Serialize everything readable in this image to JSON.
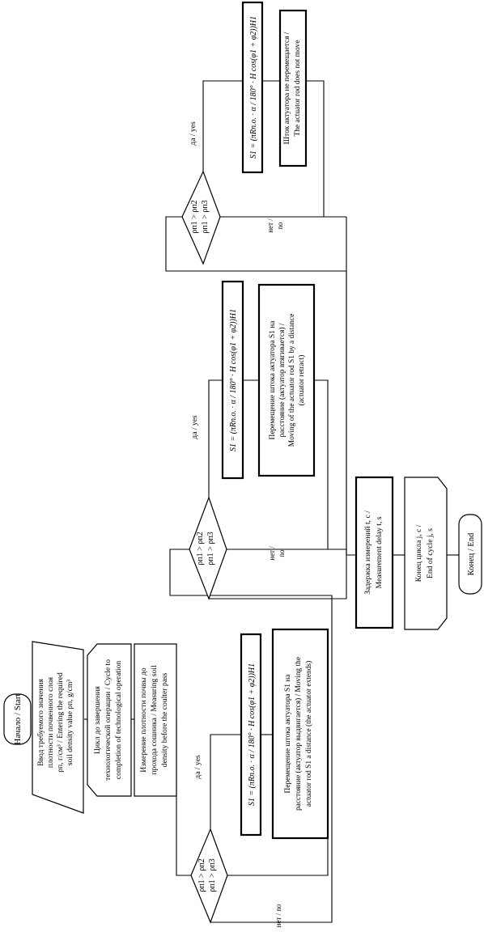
{
  "flowchart": {
    "start": "Начало / Start",
    "input": [
      "Ввод требуемого значения",
      "плотности почвенного слоя",
      "ρп, г/см³ / Entering the required",
      "soil density value  ρп, g/cm³"
    ],
    "cycle": [
      "Цикл до завершения",
      "технологической операции / Cycle to",
      "completion of technological operation"
    ],
    "measure": [
      "Измерение плотности почвы до",
      "прохода сошника / Measuring soil",
      "density before the coulter pass"
    ],
    "decision1": [
      "ρп1 > ρп2",
      "ρп1 > ρп3"
    ],
    "yes1": "да / yes",
    "no1": "нет / no",
    "formula1": "S1 = (πRп.о. · α / 180° · H cos(φ1 + φ2))H1",
    "action1": [
      "Перемещение штока актуатора S1 на",
      "расстояние (актуатор выдвигается) / Moving the",
      "actuator rod S1  a distance (the actuator extends)"
    ],
    "decision2": [
      "ρп1 > ρп2",
      "ρп1 > ρп3"
    ],
    "yes2": "да / yes",
    "no2": [
      "нет /",
      "no"
    ],
    "formula2": "S1 = (πRп.о. · α / 180° · H cos(φ1 + φ2))H1",
    "action2": [
      "Перемещение штока актуатора S1 на",
      "расстояние (актуатор втягивается) /",
      "Moving of the actuator rod S1 by a distance",
      "(actuator retract)"
    ],
    "decision3": [
      "ρп1 > ρп2",
      "ρп1 > ρп3"
    ],
    "yes3": "да / yes",
    "no3": [
      "нет /",
      "no"
    ],
    "formula3": "S1 = (πRп.о. · α / 180° · H cos(φ1 + φ2))H1",
    "action3": [
      "Шток актуатора не перемещается /",
      "The actuator rod does not move"
    ],
    "delay": [
      "Задержка измерений t, c /",
      "Measurement delay t, s"
    ],
    "cycle_end": [
      "Конец цикла j, c /",
      "End of cycle j, s"
    ],
    "end": "Конец / End"
  }
}
